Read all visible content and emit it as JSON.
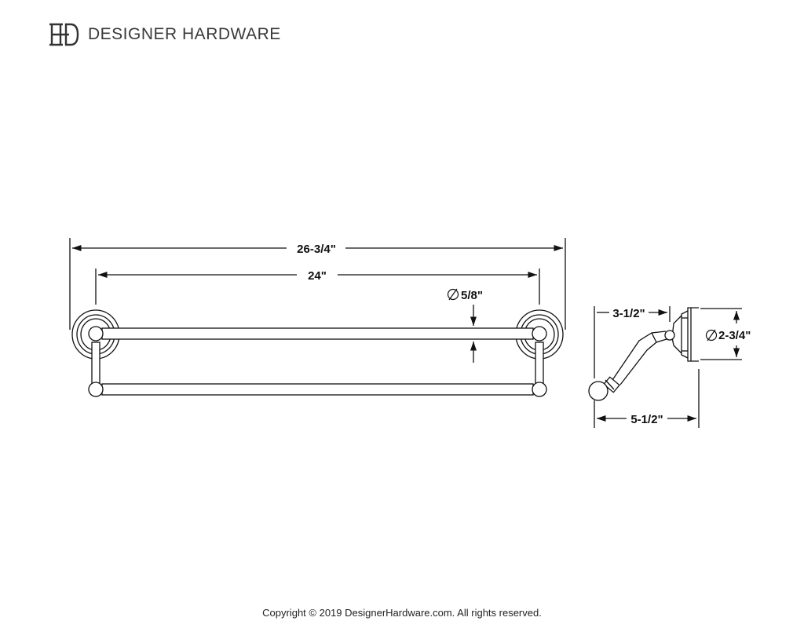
{
  "brand": {
    "name": "DESIGNER HARDWARE"
  },
  "front_view": {
    "overall_width": "26-3/4\"",
    "bar_length": "24\"",
    "bar_diameter": "5/8\""
  },
  "side_view": {
    "post_projection": "3-1/2\"",
    "flange_diameter": "2-3/4\"",
    "total_projection": "5-1/2\""
  },
  "footer": {
    "copyright": "Copyright © 2019 DesignerHardware.com. All rights reserved."
  }
}
